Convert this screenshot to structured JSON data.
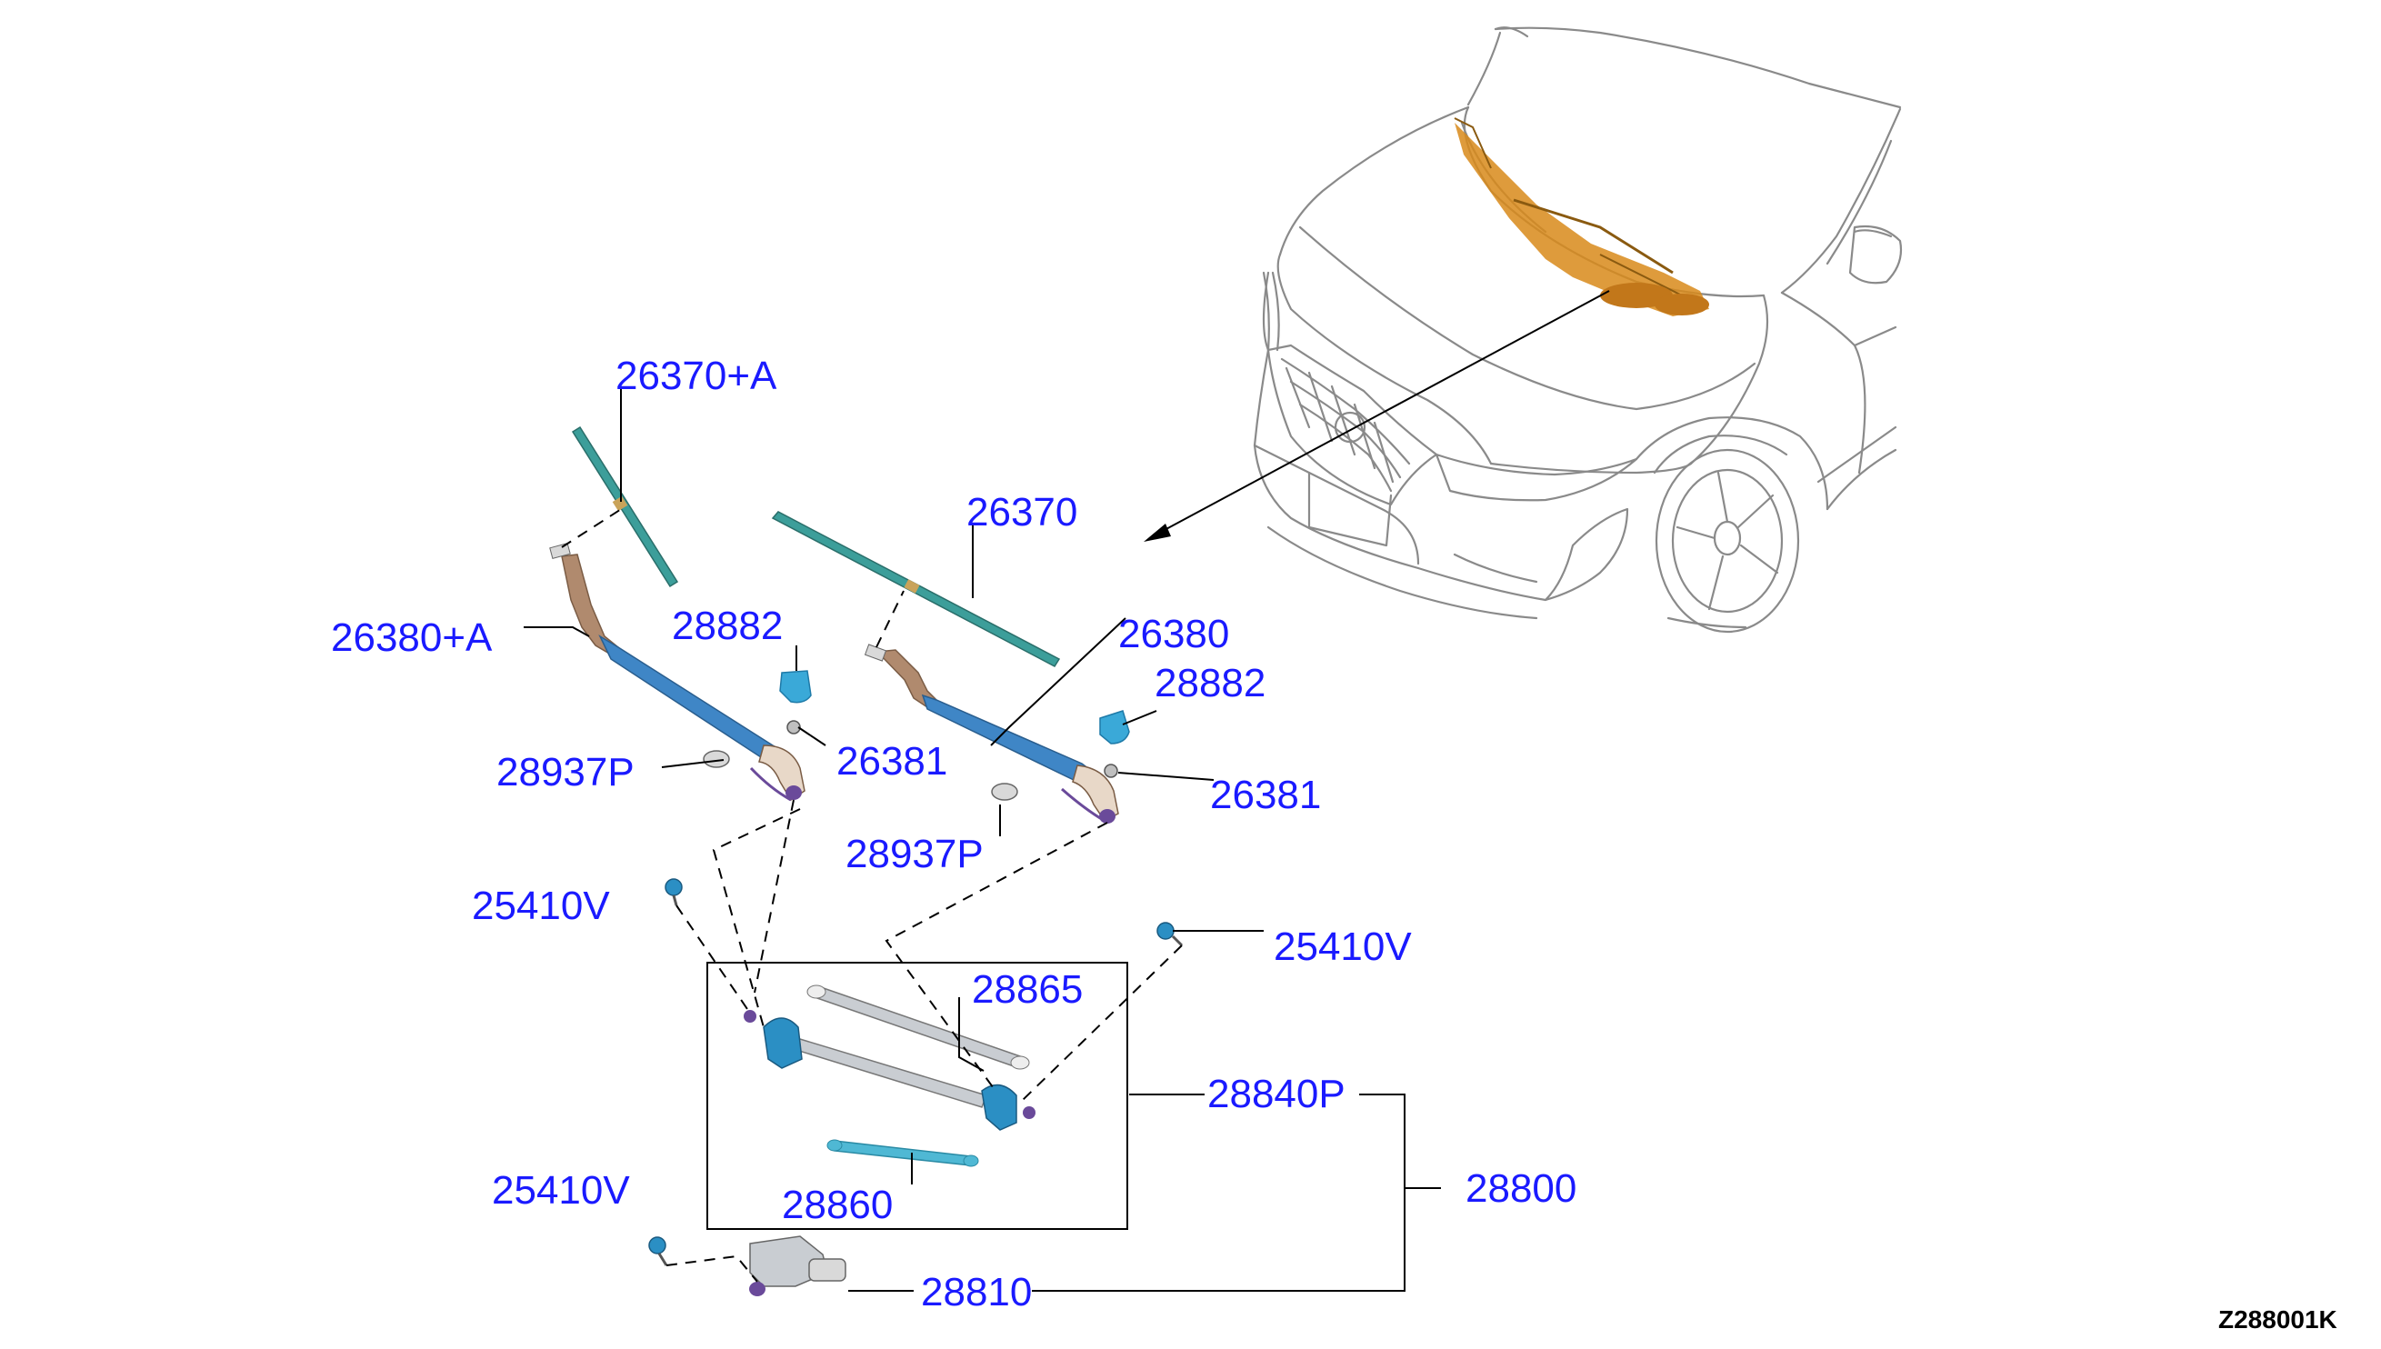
{
  "labels": {
    "p26370A": "26370+A",
    "p26370": "26370",
    "p26380A": "26380+A",
    "p28882a": "28882",
    "p26380": "26380",
    "p28882b": "28882",
    "p26381a": "26381",
    "p28937Pa": "28937P",
    "p26381b": "26381",
    "p28937Pb": "28937P",
    "p25410Va": "25410V",
    "p25410Vb": "25410V",
    "p28865": "28865",
    "p28840P": "28840P",
    "p28800": "28800",
    "p25410Vc": "25410V",
    "p28860": "28860",
    "p28810": "28810"
  },
  "diagram_code": "Z288001K",
  "colors": {
    "label": "#1a1aff",
    "blade": "#3c9e9a",
    "arm": "#3f86c6",
    "arm_base": "#b08a6e",
    "link_rod": "#c9cdd2",
    "pivot": "#2b8fc4",
    "cap": "#3aa9d8",
    "bracket": "#d88a1a",
    "line": "#000000"
  }
}
